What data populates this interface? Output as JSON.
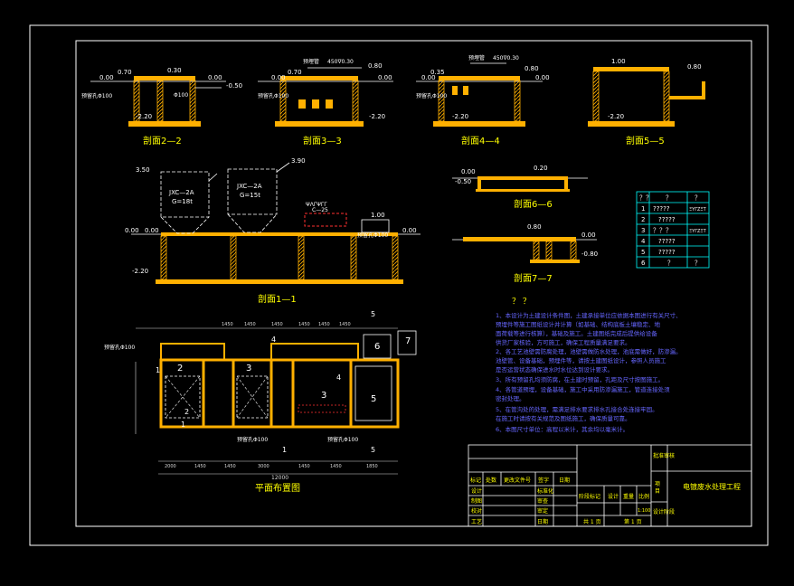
{
  "colors": {
    "frame": "#ffffff",
    "wall": "#ffb000",
    "line": "#ffffff",
    "dim": "#d9d9d9",
    "label": "#ffff00",
    "cyan": "#00ffff",
    "red": "#ff3030",
    "notes": "#6666ff",
    "table": "#00ffff"
  },
  "sections": {
    "s22": {
      "title": "剖面2—2",
      "l1": "0.00",
      "l2": "0.70",
      "l3": "0.30",
      "l4": "0.00",
      "l5": "-0.50",
      "l6": "-2.20",
      "pipe": "预留孔Φ100",
      "pipe2": "Φ100"
    },
    "s33": {
      "title": "剖面3—3",
      "pipe_top": "预埋管",
      "sz": "450∇0.30",
      "l1": "0.00",
      "l2": "0.70",
      "l3": "0.80",
      "l4": "0.00",
      "l5": "-2.20",
      "pipe": "预留孔Φ100"
    },
    "s44": {
      "title": "剖面4—4",
      "pipe_top": "预埋管",
      "sz": "450∇0.30",
      "l1": "0.35",
      "l2": "0.00",
      "l3": "0.80",
      "l4": "0.00",
      "l5": "-2.20",
      "pipe": "预留孔Φ100"
    },
    "s55": {
      "title": "剖面5—5",
      "l1": "1.00",
      "l2": "0.80",
      "l3": "-2.20"
    },
    "s66": {
      "title": "剖面6—6",
      "l1": "0.00",
      "l2": "-0.50",
      "l3": "0.20"
    },
    "s77": {
      "title": "剖面7—7",
      "l1": "0.80",
      "l2": "0.00",
      "l3": "-0.80"
    },
    "s11": {
      "title": "剖面1—1",
      "e1": "3.50",
      "e2": "3.90",
      "e3": "1.00",
      "e4": "0.00",
      "e5": "0.00",
      "e6": "0.00",
      "e7": "-2.20",
      "tank1": "JXC—2A",
      "tank1g": "G=18t",
      "tank2": "JXC—2A",
      "tank2g": "G=15t",
      "equip": "ΨΛΓΨΓΓ",
      "equip2": "C—25",
      "pipe": "预留孔Φ100"
    }
  },
  "plan": {
    "title": "平面布置图",
    "pipe1": "预留孔Φ100",
    "pipe2": "预留孔Φ100",
    "pipe3": "预留孔Φ100",
    "marks": [
      "2",
      "3",
      "1",
      "5",
      "5",
      "6",
      "7",
      "4",
      "2",
      "3",
      "5",
      "1",
      "1",
      "4"
    ],
    "dims_top": [
      "1450",
      "1450",
      "1450",
      "1450",
      "1450",
      "1450"
    ],
    "dims_bottom": [
      "2000",
      "1450",
      "1450",
      "3000",
      "1450",
      "1450",
      "1850"
    ],
    "total": "12000"
  },
  "legend": {
    "header": [
      "？？",
      "？",
      "？"
    ],
    "rows": [
      [
        "1",
        "?????",
        "ΞΥΓΖΞΤ"
      ],
      [
        "2",
        "?????",
        ""
      ],
      [
        "3",
        "？？？",
        "ΞΥΓΖΞΤ"
      ],
      [
        "4",
        "?????",
        ""
      ],
      [
        "5",
        "?????",
        ""
      ],
      [
        "6",
        "？",
        "？"
      ]
    ]
  },
  "notes": {
    "title": "？  ？",
    "lines": [
      "1、本设计为土建设计条件图，土建承接单位应依据本图进行有关尺寸、",
      "    预埋件等施工图纸设计并计算（如基础、结构底板土壤稳定、地",
      "    面荷载等进行核算），基础及施工。土建图纸完成后提供给设备",
      "    供货厂家核验，方可施工，确保工程质量满足要求。",
      "2、各工艺池壁需防腐处理，池壁需做防水处理，池底需做好，防渗漏。",
      "    池壁管、设备基础，预埋件等，请按土建图纸设计，参照人员施工",
      "    是否运营状态确保进水时水位达到设计要求。",
      "3、所有预留孔均须防腐，在土建时预留，孔距及尺寸按图施工。",
      "4、各管道预埋，设备基础，施工中采用防渗漏施工，管道连接处须",
      "    密封处理。",
      "5、在管沟处的处理，需满足排水要求排水孔接合处连接牢固。",
      "    在施工时请按有关规范及图纸施工，确保质量可靠。",
      "6、本图尺寸单位：高程以米计，其余均以毫米计。"
    ]
  },
  "titleblock": {
    "project": "电镀废水处理工程",
    "approve": "批准审核",
    "design_stage": "设计阶段",
    "proj_label1": "项",
    "proj_label2": "目",
    "row_header": [
      "标记",
      "处数",
      "更改文件号",
      "签字",
      "日期"
    ],
    "left_rows": [
      [
        "设计",
        "标准化"
      ],
      [
        "制图",
        "审查"
      ],
      [
        "校对",
        "审定"
      ],
      [
        "工艺",
        "日期"
      ]
    ],
    "stage_cells": [
      "阶段标记",
      "设计",
      "重量",
      "比例"
    ],
    "scale": "1:100",
    "sheet_total": "共 1 页",
    "sheet_no": "第 1 页"
  }
}
